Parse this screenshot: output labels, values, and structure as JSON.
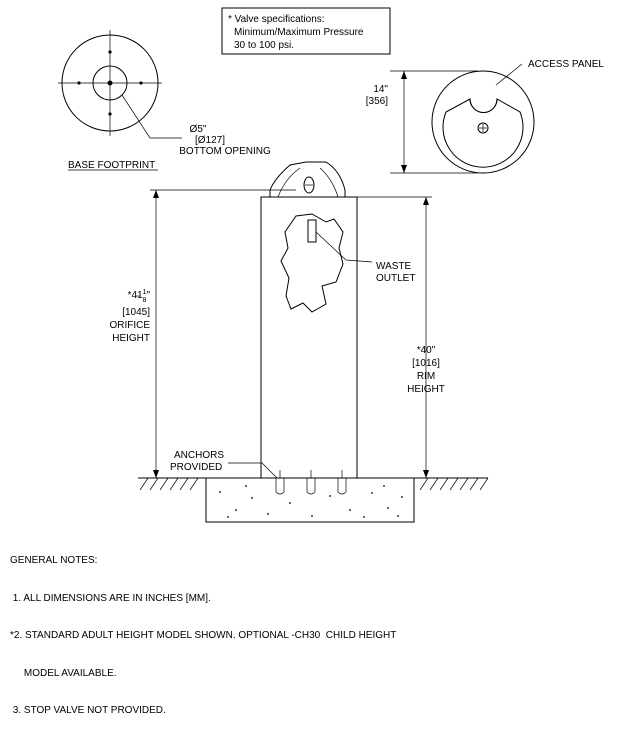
{
  "spec_box": {
    "lines": [
      "* Valve specifications:",
      "Minimum/Maximum Pressure",
      "30 to 100 psi."
    ]
  },
  "base_footprint": {
    "label": "BASE FOOTPRINT",
    "opening_dia_in": "Ø5\"",
    "opening_dia_mm": "[Ø127]",
    "opening_label": "BOTTOM OPENING"
  },
  "access_panel": {
    "label": "ACCESS PANEL",
    "height_in": "14\"",
    "height_mm": "[356]"
  },
  "orifice_height": {
    "prefix": "*41",
    "frac_num": "1",
    "frac_den": "8",
    "suffix": "\"",
    "mm": "[1045]",
    "line1": "ORIFICE",
    "line2": "HEIGHT"
  },
  "rim_height": {
    "inches": "*40\"",
    "mm": "[1016]",
    "line1": "RIM",
    "line2": "HEIGHT"
  },
  "waste_outlet": {
    "line1": "WASTE",
    "line2": "OUTLET"
  },
  "anchors": {
    "line1": "ANCHORS",
    "line2": "PROVIDED"
  },
  "general_notes": {
    "title": "GENERAL NOTES:",
    "items": [
      " 1. ALL DIMENSIONS ARE IN INCHES [MM].",
      "*2. STANDARD ADULT HEIGHT MODEL SHOWN. OPTIONAL -CH30  CHILD HEIGHT",
      "     MODEL AVAILABLE.",
      " 3. STOP VALVE NOT PROVIDED."
    ]
  }
}
